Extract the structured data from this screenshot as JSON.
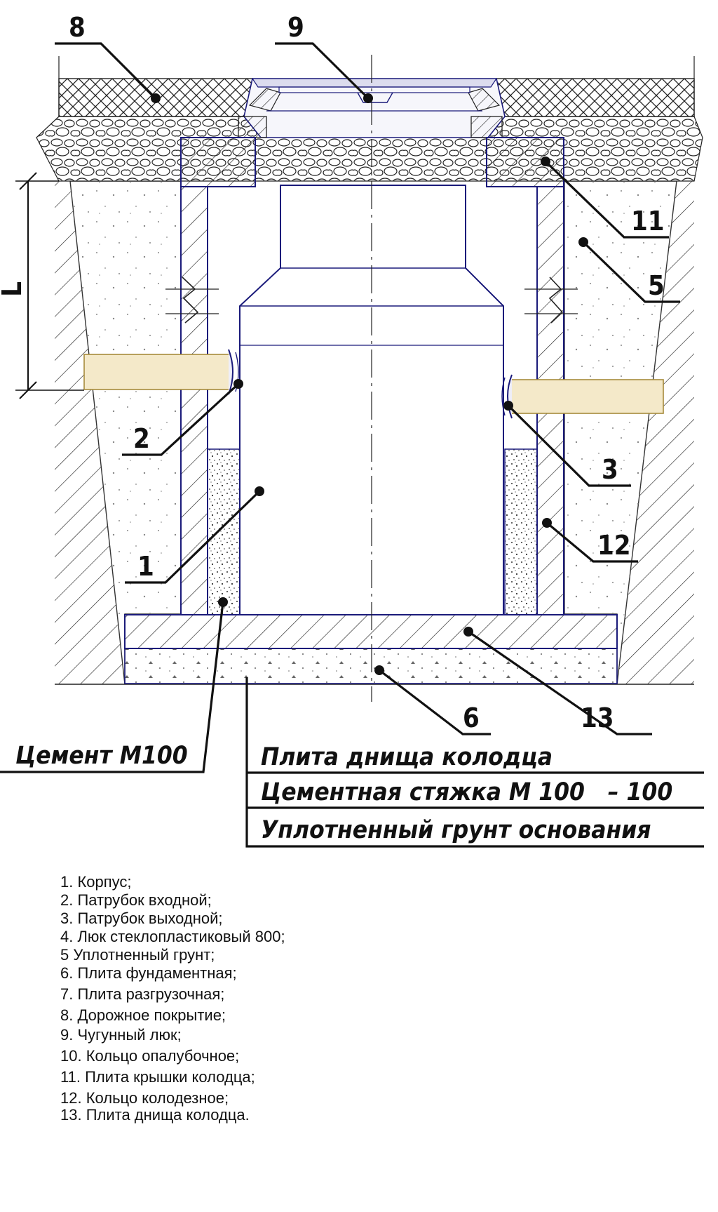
{
  "callouts": {
    "c1": "1",
    "c2": "2",
    "c3": "3",
    "c5": "5",
    "c6": "6",
    "c8": "8",
    "c9": "9",
    "c11": "11",
    "c12": "12",
    "c13": "13"
  },
  "dimension_label": "L",
  "notes": {
    "cement": "Цемент М100",
    "slab": "Плита днища колодца",
    "screed": "Цементная стяжка М 100   – 100",
    "soil": "Уплотненный грунт основания"
  },
  "legend": [
    "1. Корпус;",
    "2. Патрубок входной;",
    "3. Патрубок выходной;",
    "4. Люк стеклопластиковый 800;",
    "5  Уплотненный грунт;",
    "6. Плита фундаментная;",
    "7. Плита разгрузочная;",
    "8. Дорожное покрытие;",
    "9. Чугунный люк;",
    "10. Кольцо опалубочное;",
    "11. Плита крышки колодца;",
    "12. Кольцо колодезное;",
    "13. Плита днища колодца."
  ],
  "colors": {
    "outline": "#1a1a7a",
    "line": "#111111",
    "pipe": "#f4e9c9",
    "pipe_edge": "#a68b3c"
  }
}
